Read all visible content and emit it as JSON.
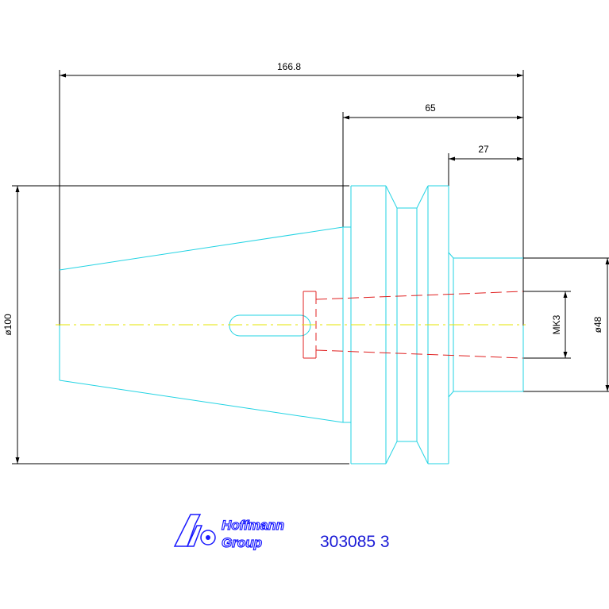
{
  "dimensions": {
    "overall_length": "166.8",
    "length_65": "65",
    "length_27": "27",
    "diameter_100": "ø100",
    "diameter_48": "ø48",
    "taper": "MK3"
  },
  "logo": {
    "line1": "Hoffmann",
    "line2": "Group"
  },
  "part_number": "303085 3",
  "colors": {
    "outline": "#22d3e3",
    "dimension": "#000000",
    "hidden": "#e02020",
    "centerline": "#e6e600",
    "brand": "#1a1aff"
  }
}
